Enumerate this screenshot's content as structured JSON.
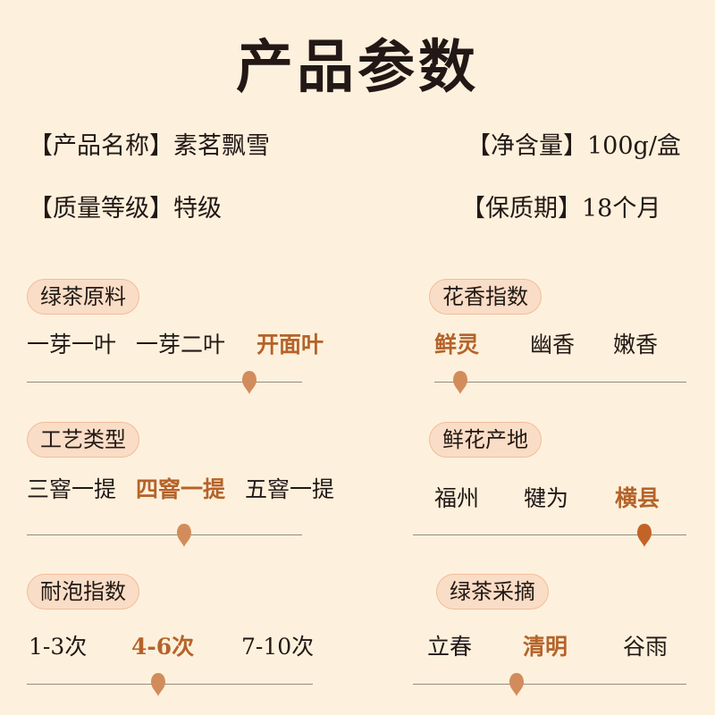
{
  "title": "产品参数",
  "info": [
    {
      "label": "【产品名称】",
      "value": "素茗飘雪"
    },
    {
      "label": "【净含量】",
      "value": "100g/盒"
    },
    {
      "label": "【质量等级】",
      "value": "特级"
    },
    {
      "label": "【保质期】",
      "value": "18个月"
    }
  ],
  "colors": {
    "background": "#fdf1dd",
    "tag_fill": "#f9ddc6",
    "tag_border": "#f3bc9a",
    "selected": "#b5632a",
    "marker": "#d28c5c",
    "marker_selected": "#c26427"
  },
  "sections": [
    {
      "label": "绿茶原料",
      "options": [
        "一芽一叶",
        "一芽二叶",
        "开面叶"
      ],
      "selected": 2
    },
    {
      "label": "花香指数",
      "options": [
        "鲜灵",
        "幽香",
        "嫩香"
      ],
      "selected": 0
    },
    {
      "label": "工艺类型",
      "options": [
        "三窨一提",
        "四窨一提",
        "五窨一提"
      ],
      "selected": 1
    },
    {
      "label": "鲜花产地",
      "options": [
        "福州",
        "犍为",
        "横县"
      ],
      "selected": 2
    },
    {
      "label": "耐泡指数",
      "options": [
        "1-3次",
        "4-6次",
        "7-10次"
      ],
      "selected": 1
    },
    {
      "label": "绿茶采摘",
      "options": [
        "立春",
        "清明",
        "谷雨"
      ],
      "selected": 1
    }
  ]
}
